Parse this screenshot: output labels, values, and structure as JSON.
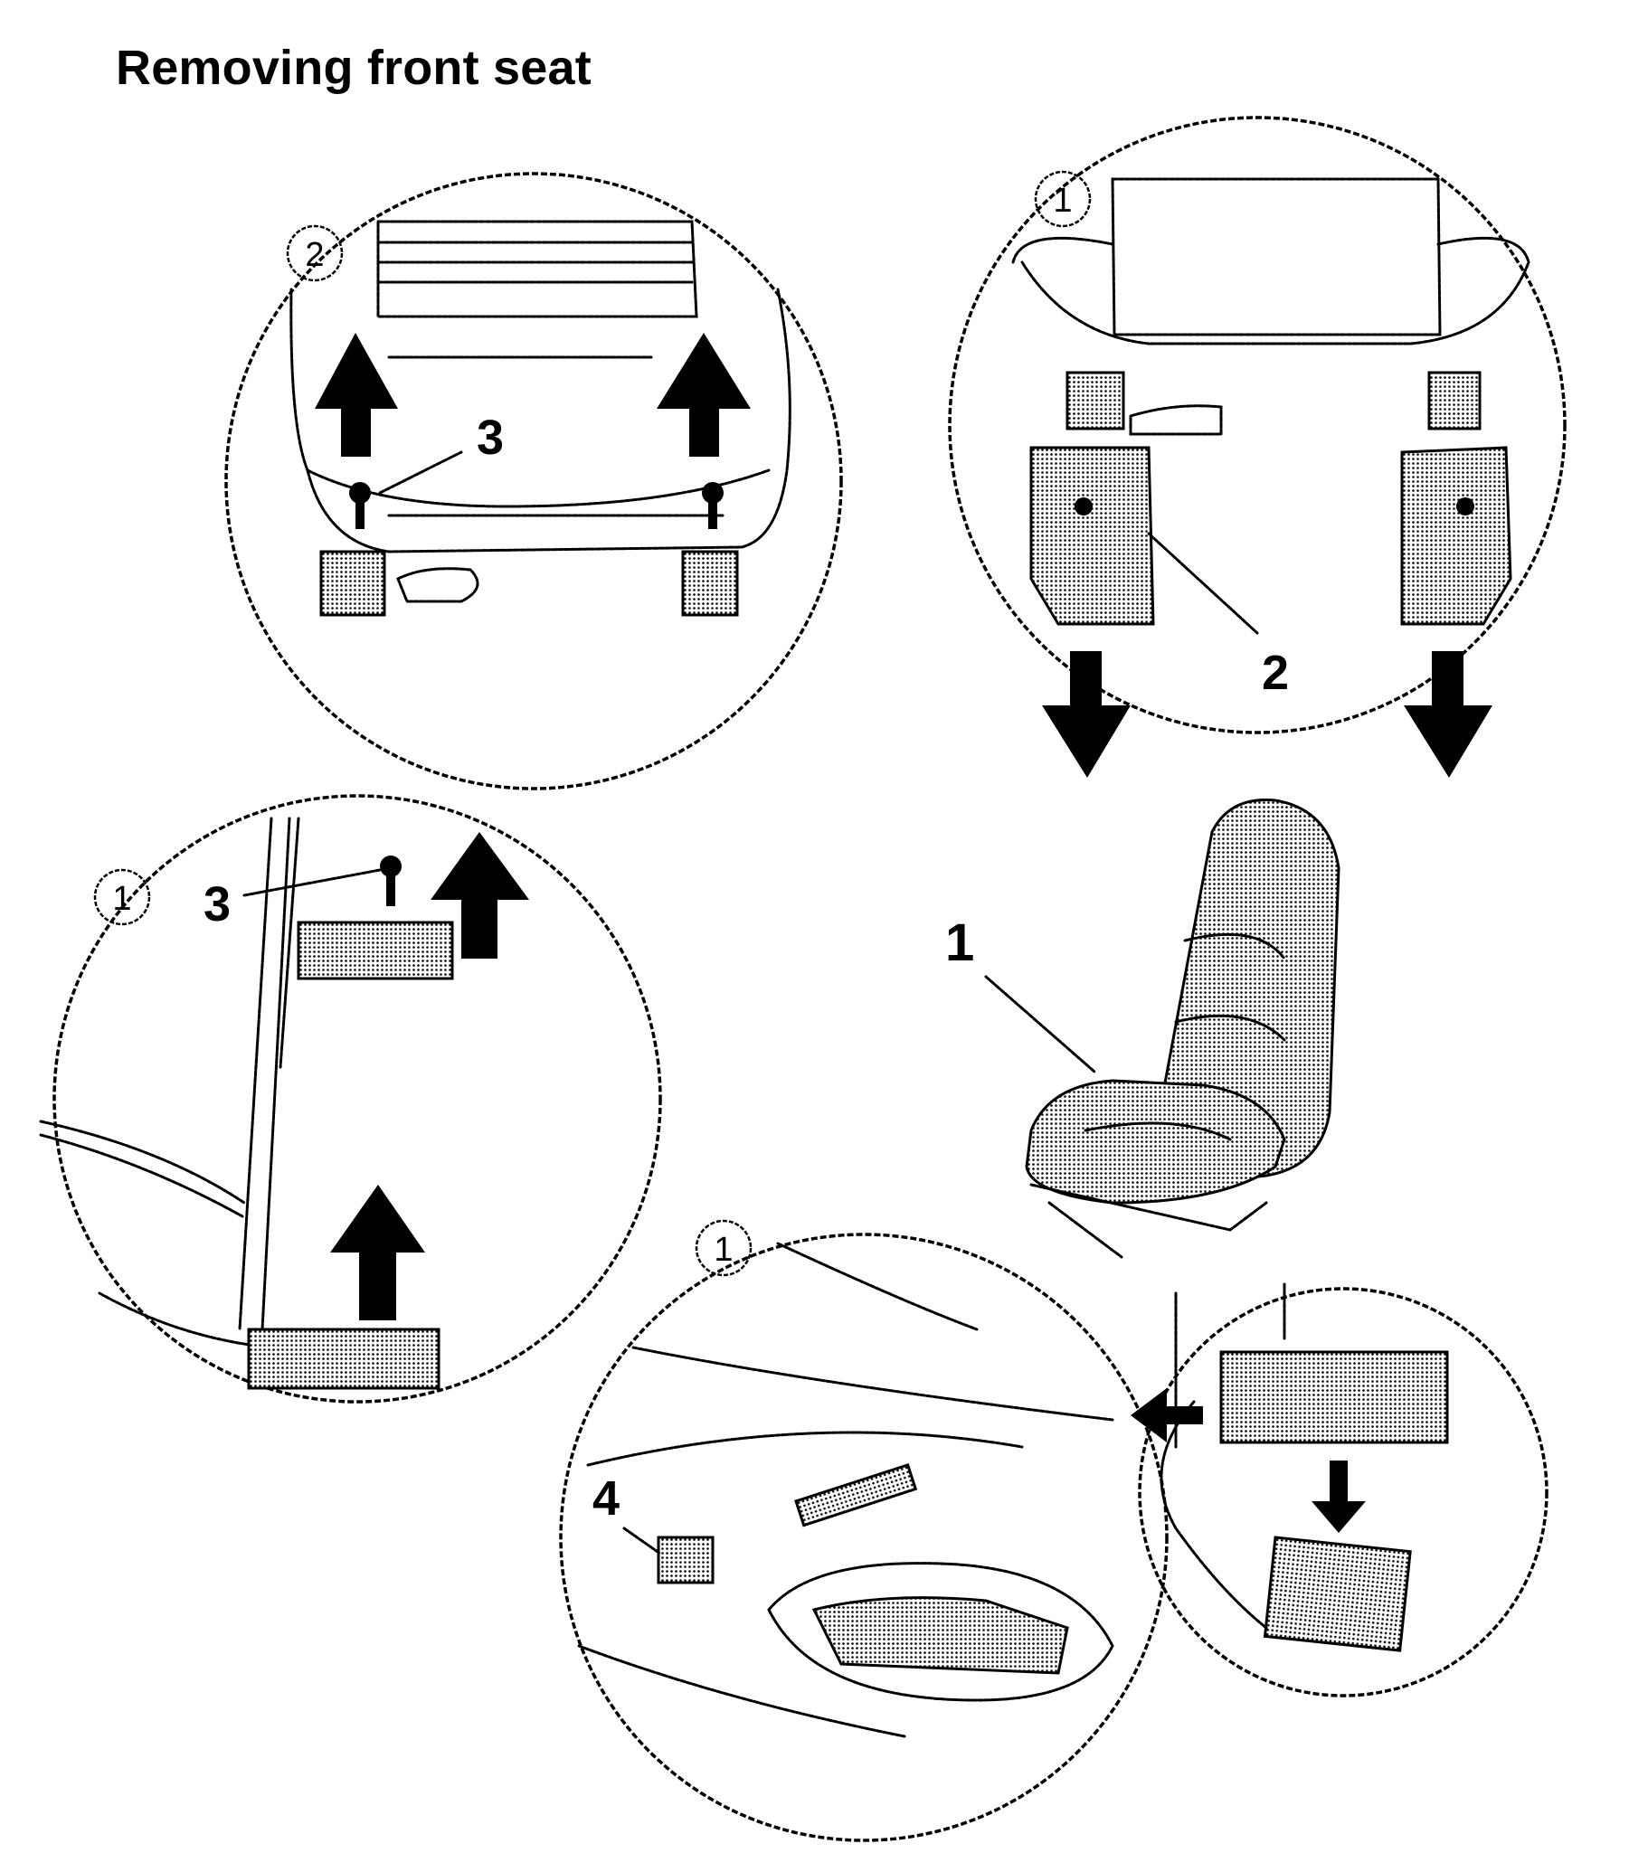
{
  "title": "Removing front seat",
  "callouts": {
    "c1": "1",
    "c2": "2",
    "c3_top": "3",
    "c3_left": "3",
    "c4": "4"
  },
  "steps": {
    "top_left": "2",
    "top_right": "1",
    "mid_left": "1",
    "bottom": "1"
  }
}
